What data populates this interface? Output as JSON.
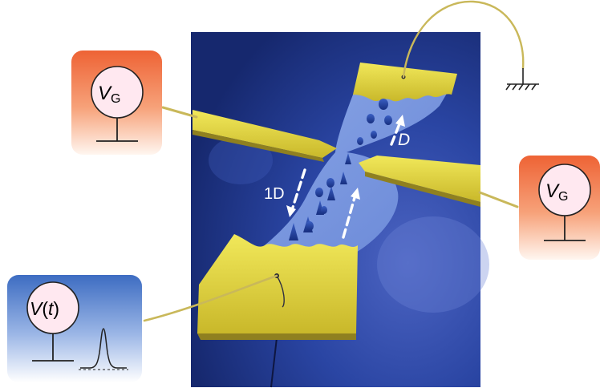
{
  "labels": {
    "gate_left_v": "V",
    "gate_left_sub": "G",
    "gate_right_v": "V",
    "gate_right_sub": "G",
    "source_v": "V",
    "source_paren_open": "(",
    "source_t": "t",
    "source_paren_close": ")",
    "channel_1d": "1D",
    "channel_d": "D"
  },
  "colors": {
    "gate_box_top": "#ef6a3c",
    "gate_box_bottom": "#fff3ec",
    "source_box_top": "#3f6fc4",
    "source_box_bottom": "#ffffff",
    "gate_metal": "#e2d845",
    "background_blue": "#1f3a8f",
    "channel_plate": "#7f9ee8",
    "dots": "#1f3f99",
    "circle_fill": "#ffe6f0"
  },
  "icons": {
    "ground": "ground-icon",
    "pulse": "pulse-waveform-icon"
  }
}
